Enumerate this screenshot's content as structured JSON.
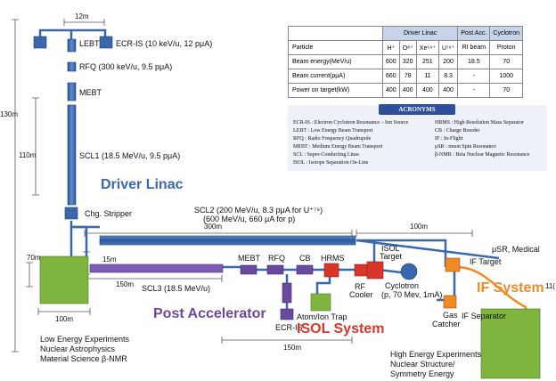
{
  "colors": {
    "linac": "#3a68ad",
    "post": "#6a4a9e",
    "isol": "#d9362b",
    "if": "#f08a24",
    "area": "#7fb43f",
    "cyclotron": "#3a68ad"
  },
  "dims": {
    "top": "12m",
    "height_total": "130m",
    "height_linac": "110m",
    "scl2_len": "300m",
    "if_len": "100m",
    "area_h": "70m",
    "offset": "15m",
    "scl3_len": "150m",
    "area_w": "100m",
    "bottom": "150m",
    "right_edge": "11("
  },
  "linac": {
    "lebt": "LEBT",
    "ecr_is": "ECR-IS (10 keV/u, 12 pμA)",
    "rfq": "RFQ (300 keV/u, 9.5 pμA)",
    "mebt": "MEBT",
    "scl1": "SCL1 (18.5 MeV/u, 9.5 pμA)",
    "system": "Driver Linac",
    "stripper": "Chg. Stripper",
    "scl2_line1": "SCL2 (200 MeV/u, 8.3 pμA for U⁺⁷⁹)",
    "scl2_line2": "(600 MeV/u, 660 μA for p)"
  },
  "post": {
    "mebt": "MEBT",
    "rfq": "RFQ",
    "cb": "CB",
    "hrms": "HRMS",
    "scl3": "SCL3 (18.5 MeV/u)",
    "ecr_is": "ECR-IS",
    "system": "Post Accelerator"
  },
  "isol": {
    "target_line1": "ISOL",
    "target_line2": "Target",
    "rf_line1": "RF",
    "rf_line2": "Cooler",
    "cyclotron_line1": "Cyclotron",
    "cyclotron_line2": "(p, 70 Mev, 1mA)",
    "trap": "Atom/Ion Trap",
    "system": "ISOL System"
  },
  "if": {
    "target": "IF Target",
    "separator": "IF Separator",
    "gas_line1": "Gas",
    "gas_line2": "Catcher",
    "musr": "μSR, Medical",
    "system": "IF System"
  },
  "low_energy": [
    "Low Energy Experiments",
    "Nuclear Astrophysics",
    "Material Science β-NMR"
  ],
  "high_energy": [
    "High Energy Experiments",
    "Nuclear Structure/",
    "Symmetry Energy"
  ],
  "table": {
    "group_headers": [
      "Driver Linac",
      "Post Acc.",
      "Cyclotron"
    ],
    "columns": [
      "Particle",
      "H⁺",
      "O⁸⁺",
      "Xe⁵⁴⁺",
      "U⁷⁹⁺",
      "RI beam",
      "Proton"
    ],
    "rows": [
      [
        "Beam energy(MeV/u)",
        "600",
        "320",
        "251",
        "200",
        "18.5",
        "70"
      ],
      [
        "Beam current(pμA)",
        "660",
        "78",
        "11",
        "8.3",
        "-",
        "1000"
      ],
      [
        "Power on target(kW)",
        "400",
        "400",
        "400",
        "400",
        "-",
        "70"
      ]
    ]
  },
  "acronyms": {
    "title": "ACRONYMS",
    "left": [
      "ECR-IS : Electron Cyclotron Resonance – Ion Source",
      "LEBT : Low Energy Beam Transport",
      "RFQ : Radio Frequency Quadrupole",
      "MEBT : Medium Energy Beam Transport",
      "SCL : Super-Conducting Linac",
      "ISOL : Isotope Separation On-Line"
    ],
    "right": [
      "HRMS : High Resolution Mass Separator",
      "CB : Charge Breeder",
      "IF : In-Flight",
      "μSR : muon Spin Resonance",
      "β-NMR : Beta Nuclear Magnetic Resonance"
    ]
  }
}
